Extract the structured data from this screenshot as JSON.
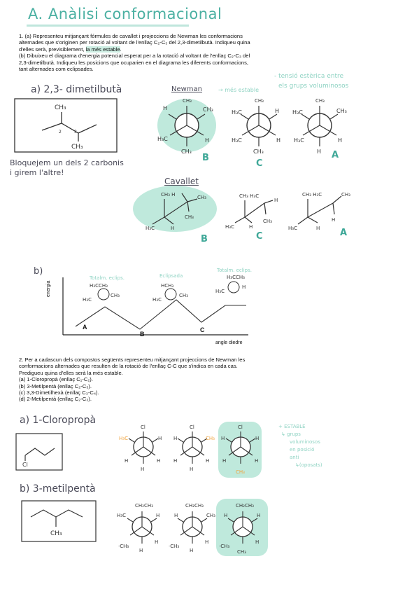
{
  "title": "A. Anàlisi conformacional",
  "problem1": {
    "text_a": "1. (a) Representeu mitjançant fórmules de cavallet i projeccions de Newman les conformacions alternades que s'originen per rotació al voltant de l'enllaç C₂-C₃ del 2,3-dimetilbutà. Indiqueu quina d'elles serà, previsiblement,",
    "highlight": "la més estable",
    "text_b": "(b) Dibuixeu el diagrama d'energia potencial esperat per a la rotació al voltant de l'enllaç C₂-C₃ del 2,3-dimetilbutà. Indiqueu les posicions que ocuparien en el diagrama les diferents conformacions, tant alternades com eclipsades."
  },
  "part_a": {
    "heading": "a) 2,3- dimetilbutà",
    "newman_label": "Newman",
    "cavallet_label": "Cavallet",
    "more_stable": "→ més estable",
    "tension_note_1": "- tensió estèrica entre",
    "tension_note_2": "els grups voluminosos",
    "note_line1": "Bloquejem un dels 2 carbonis",
    "note_line2": "i girem l'altre!",
    "skeletal_labels": [
      "CH₃",
      "2",
      "3",
      "CH₃"
    ],
    "newman_letters": [
      "B",
      "C",
      "A"
    ],
    "cavallet_letters": [
      "B",
      "C",
      "A"
    ]
  },
  "part_b": {
    "heading": "b)",
    "ylabel": "energia",
    "xlabel": "angle diedre",
    "points": [
      "A",
      "B",
      "C"
    ],
    "annotations": [
      "Totalm. eclips.",
      "Eclipsada",
      "Totalm. eclips."
    ]
  },
  "problem2": {
    "intro": "2. Per a cadascun dels compostos següents representeu mitjançant projeccions de Newman les conformacions alternades que resulten de la rotació de l'enllaç C-C que s'indica en cada cas. Predigueu quina d'elles serà la més estable.",
    "items": [
      "(a) 1-Cloropropà (enllaç C₁-C₂).",
      "(b) 3-Metilpentà (enllaç C₂-C₃).",
      "(c) 3,3-Dimetilhexà (enllaç C₃-C₄).",
      "(d) 2-Metilpentà (enllaç C₂-C₃)."
    ]
  },
  "part2a": {
    "heading": "a) 1-Cloropropà",
    "stable_note": [
      "+ ESTABLE",
      "↳ grups",
      "voluminosos",
      "en posició",
      "anti",
      "↳(oposats)"
    ]
  },
  "part2b": {
    "heading": "b) 3-metilpentà"
  },
  "colors": {
    "accent": "#3fa898",
    "highlight": "#bfe9dc",
    "orange": "#f0a33c",
    "ink": "#4a4a58"
  }
}
